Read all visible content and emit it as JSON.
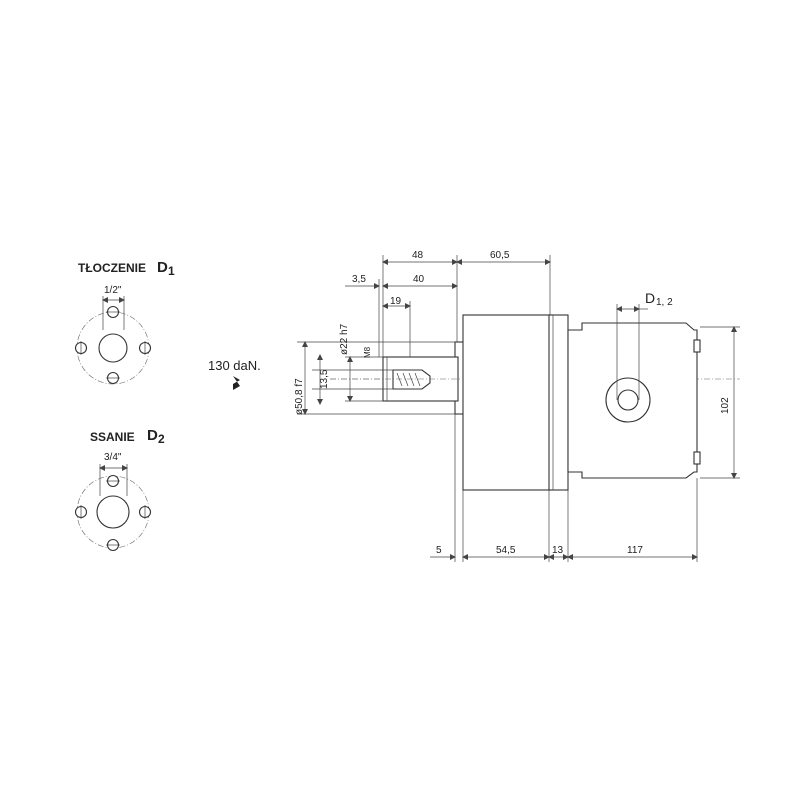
{
  "ports": {
    "discharge": {
      "label": "TŁOCZENIE",
      "symbol": "D",
      "index": "1",
      "size": "1/2\""
    },
    "suction": {
      "label": "SSANIE",
      "symbol": "D",
      "index": "2",
      "size": "3/4\""
    }
  },
  "load": {
    "text": "130 daN."
  },
  "dimensions": {
    "d48": "48",
    "d60_5": "60,5",
    "d3_5": "3,5",
    "d40": "40",
    "d19": "19",
    "shaft_dia": "ø22 h7",
    "thread": "M8",
    "d13_5": "13,5",
    "pilot_dia": "ø50,8 f7",
    "port_symbol": "D",
    "port_index": "1, 2",
    "height": "102",
    "d5": "5",
    "d54_5": "54,5",
    "d13": "13",
    "d117": "117"
  }
}
